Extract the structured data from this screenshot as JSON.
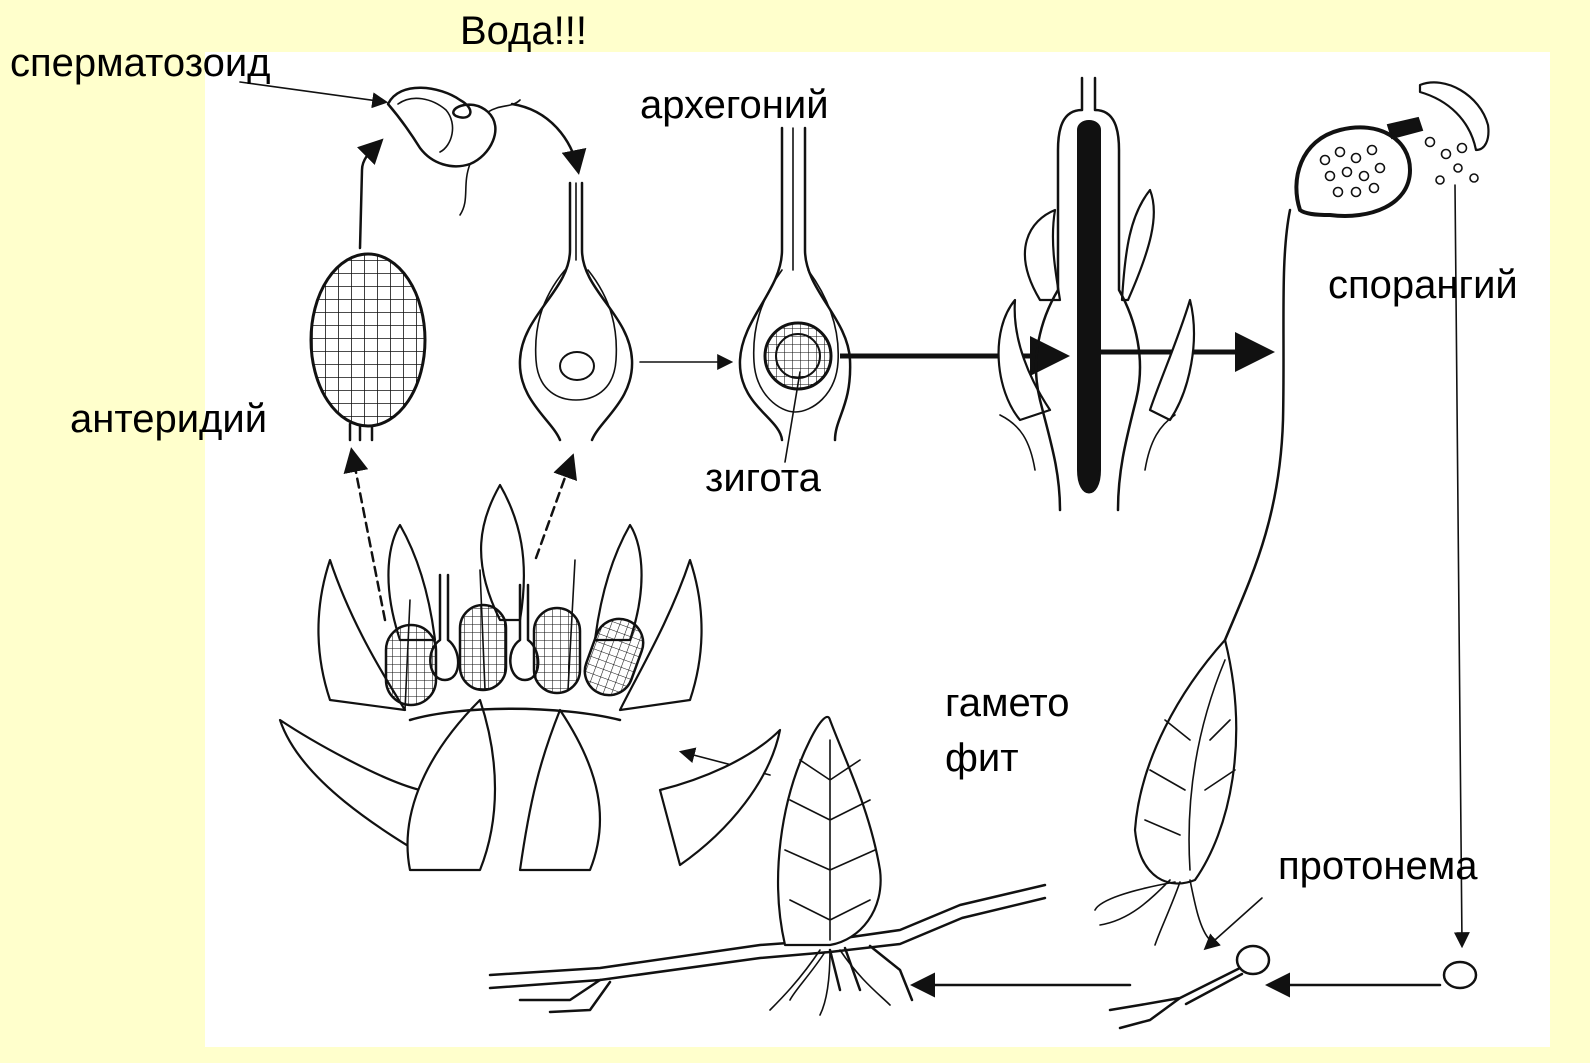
{
  "labels": {
    "water": "Вода!!!",
    "spermatozoid": "сперматозоид",
    "archegonium": "архегоний",
    "sporangium": "спорангий",
    "antheridium": "антеридий",
    "zygote": "зигота",
    "gametophyte_line1": "гамето",
    "gametophyte_line2": "фит",
    "protonema": "протонема"
  },
  "colors": {
    "background": "#ffffcc",
    "panel": "#ffffff",
    "ink": "#111111"
  }
}
